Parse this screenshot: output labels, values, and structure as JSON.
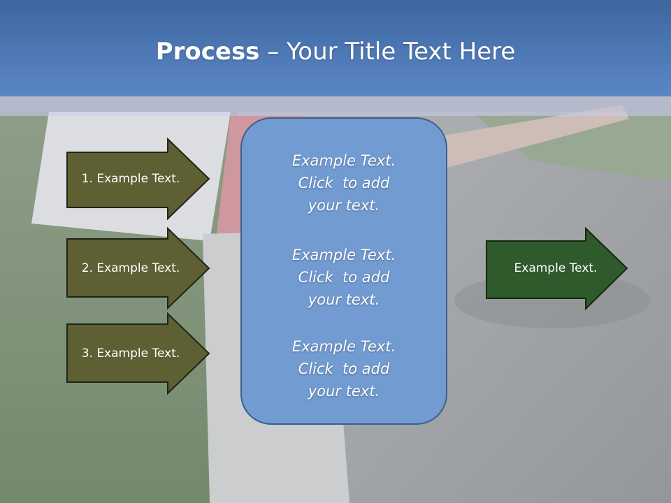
{
  "slide": {
    "title_bold": "Process",
    "title_rest": " – Your Title Text Here",
    "steps": [
      {
        "label": "1. Example Text."
      },
      {
        "label": "2. Example Text."
      },
      {
        "label": "3. Example Text."
      }
    ],
    "center_blocks": [
      {
        "line1": "Example Text.",
        "line2": "Click  to add",
        "line3": "your text."
      },
      {
        "line1": "Example Text.",
        "line2": "Click  to add",
        "line3": "your text."
      },
      {
        "line1": "Example Text.",
        "line2": "Click  to add",
        "line3": "your text."
      }
    ],
    "result": {
      "label": "Example Text."
    }
  },
  "colors": {
    "title_band": "#4a73b0",
    "step_arrow_fill": "#5e5f33",
    "result_arrow_fill": "#2f5a2c",
    "center_box_fill": "#729bd2"
  }
}
